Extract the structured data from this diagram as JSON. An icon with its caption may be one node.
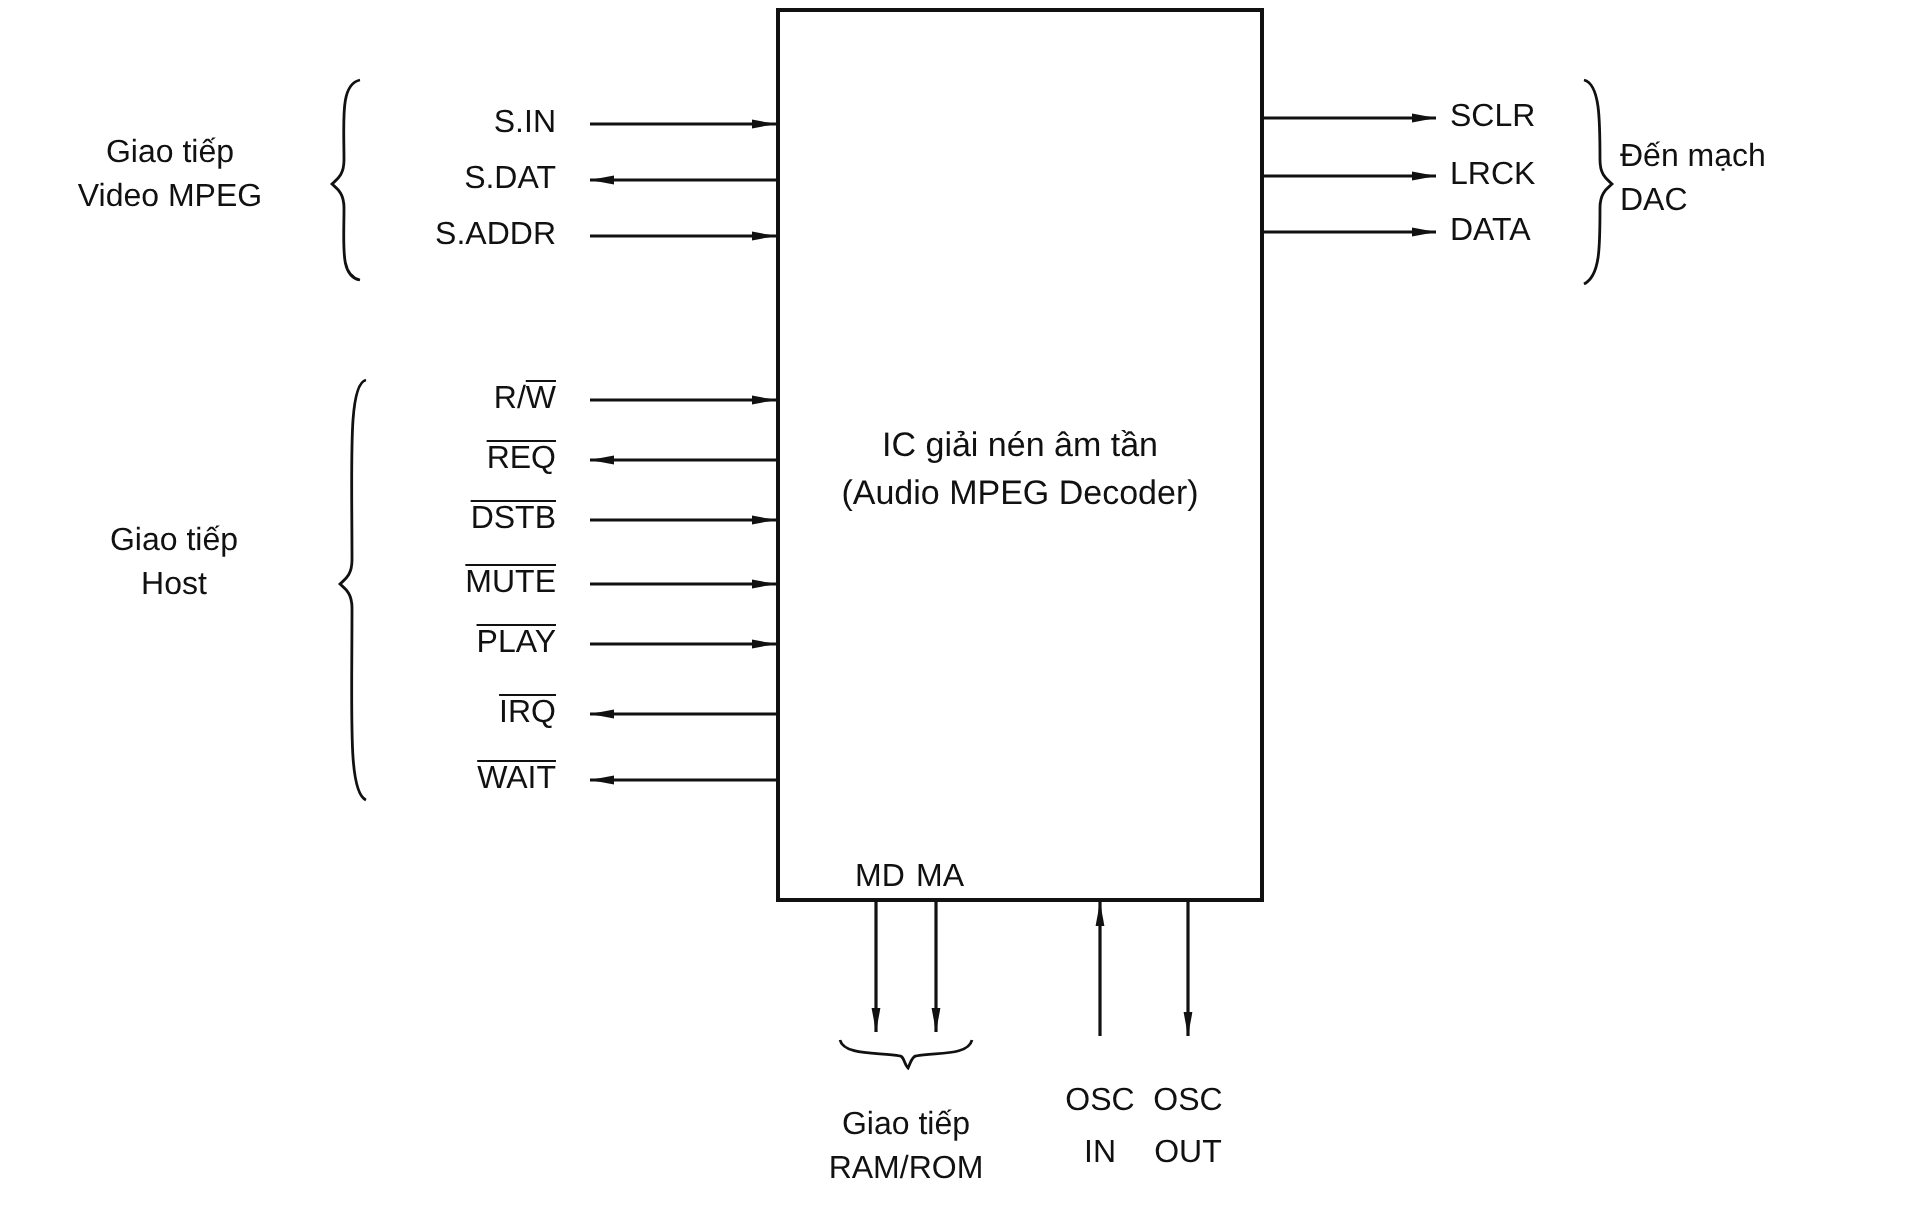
{
  "diagram": {
    "nodes": [
      {
        "text": [
          "IC giải nén âm tần",
          "(Audio MPEG Decoder)"
        ]
      },
      {
        "text": [
          "S.IN"
        ]
      },
      {
        "text": [
          "S.DAT"
        ]
      },
      {
        "text": [
          "S.ADDR"
        ]
      },
      {
        "text": [
          "R/W"
        ]
      },
      {
        "text": [
          "REQ"
        ]
      },
      {
        "text": [
          "DSTB"
        ]
      },
      {
        "text": [
          "MUTE"
        ]
      },
      {
        "text": [
          "PLAY"
        ]
      },
      {
        "text": [
          "IRQ"
        ]
      },
      {
        "text": [
          "WAIT"
        ]
      },
      {
        "text": [
          "SCLR"
        ]
      },
      {
        "text": [
          "LRCK"
        ]
      },
      {
        "text": [
          "DATA"
        ]
      },
      {
        "text": [
          "MD"
        ],
        "in": 0
      },
      {
        "text": [
          "MA"
        ],
        "in": 0
      },
      {
        "text": [
          "OSC IN"
        ]
      },
      {
        "text": [
          "OSC OUT"
        ]
      },
      {
        "text": [
          "Giao tiếp RAM/ROM"
        ]
      }
    ],
    "edges": [
      {
        "from": 1,
        "to": 0,
        "arrow": "to"
      },
      {
        "from": 0,
        "to": 2,
        "arrow": "to"
      },
      {
        "from": 3,
        "to": 0,
        "arrow": "to"
      },
      {
        "from": 4,
        "to": 0,
        "arrow": "to"
      },
      {
        "from": 0,
        "to": 5,
        "arrow": "to"
      },
      {
        "from": 6,
        "to": 0,
        "arrow": "to"
      },
      {
        "from": 7,
        "to": 0,
        "arrow": "to"
      },
      {
        "from": 8,
        "to": 0,
        "arrow": "to"
      },
      {
        "from": 0,
        "to": 9,
        "arrow": "to"
      },
      {
        "from": 0,
        "to": 10,
        "arrow": "to"
      },
      {
        "from": 0,
        "to": 11,
        "arrow": "to"
      },
      {
        "from": 0,
        "to": 12,
        "arrow": "to"
      },
      {
        "from": 0,
        "to": 13,
        "arrow": "to"
      },
      {
        "from": 14,
        "to": 18,
        "arrow": "to"
      },
      {
        "from": 15,
        "to": 18,
        "arrow": "to"
      },
      {
        "from": 16,
        "to": 0,
        "arrow": "to"
      },
      {
        "from": 0,
        "to": 17,
        "arrow": "to"
      }
    ],
    "labels": [
      "Giao tiếp Video MPEG",
      "Đến mạch DAC",
      "Giao tiếp Host"
    ]
  }
}
